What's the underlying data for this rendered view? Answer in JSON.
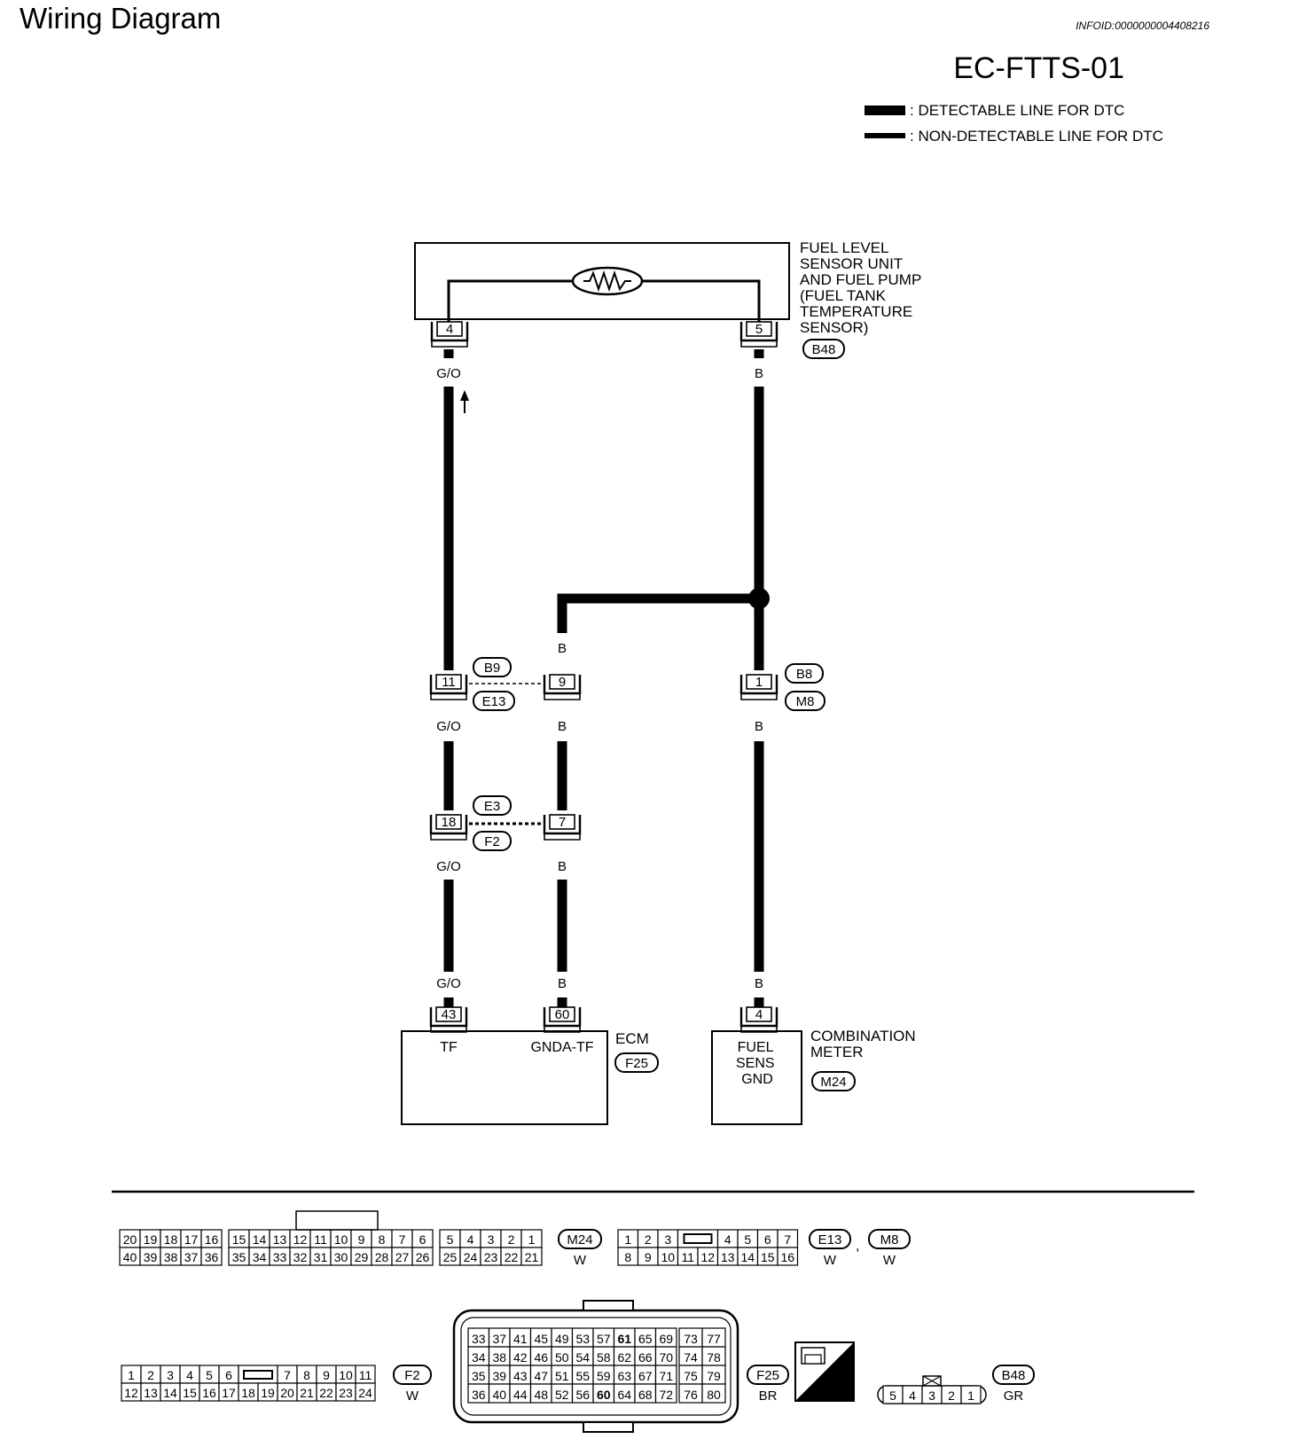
{
  "header": {
    "title": "Wiring Diagram",
    "info_id": "INFOID:0000000004408216",
    "diagram_code": "EC-FTTS-01"
  },
  "legend": {
    "detectable": ": DETECTABLE LINE FOR DTC",
    "non_detectable": ": NON-DETECTABLE LINE FOR DTC"
  },
  "sensor": {
    "name_lines": [
      "FUEL LEVEL",
      "SENSOR UNIT",
      "AND FUEL PUMP",
      "(FUEL TANK",
      "TEMPERATURE",
      "SENSOR)"
    ],
    "connector": "B48",
    "pin_left": "4",
    "pin_right": "5"
  },
  "wires": {
    "go": "G/O",
    "b": "B"
  },
  "junctions": {
    "b9_e13": {
      "top": "B9",
      "bottom": "E13",
      "pin_left": "11",
      "pin_right": "9"
    },
    "b8_m8": {
      "top": "B8",
      "bottom": "M8",
      "pin": "1"
    },
    "e3_f2": {
      "top": "E3",
      "bottom": "F2",
      "pin_left": "18",
      "pin_right": "7"
    }
  },
  "ecm": {
    "name": "ECM",
    "connector": "F25",
    "pin_tf": "43",
    "pin_gnda": "60",
    "label_tf": "TF",
    "label_gnda": "GNDA-TF"
  },
  "meter": {
    "name_lines": [
      "COMBINATION",
      "METER"
    ],
    "connector": "M24",
    "pin": "4",
    "label_lines": [
      "FUEL",
      "SENS",
      "GND"
    ]
  },
  "connector_views": {
    "m24": {
      "label": "M24",
      "color": "W",
      "top": [
        [
          "20",
          "19",
          "18",
          "17",
          "16"
        ],
        [
          "15",
          "14",
          "13",
          "12",
          "11",
          "10",
          "9",
          "8",
          "7",
          "6"
        ],
        [
          "5",
          "4",
          "3",
          "2",
          "1"
        ]
      ],
      "bottom": [
        [
          "40",
          "39",
          "38",
          "37",
          "36"
        ],
        [
          "35",
          "34",
          "33",
          "32",
          "31",
          "30",
          "29",
          "28",
          "27",
          "26"
        ],
        [
          "25",
          "24",
          "23",
          "22",
          "21"
        ]
      ]
    },
    "e13_m8": {
      "labels": [
        "E13",
        "M8"
      ],
      "separator": ",",
      "colors": [
        "W",
        "W"
      ],
      "top": [
        [
          "1",
          "2",
          "3"
        ],
        [
          "4",
          "5",
          "6",
          "7"
        ]
      ],
      "bottom": [
        "8",
        "9",
        "10",
        "11",
        "12",
        "13",
        "14",
        "15",
        "16"
      ]
    },
    "f2": {
      "label": "F2",
      "color": "W",
      "top": [
        [
          "1",
          "2",
          "3",
          "4",
          "5",
          "6"
        ],
        [
          "7",
          "8",
          "9",
          "10",
          "11"
        ]
      ],
      "bottom": [
        "12",
        "13",
        "14",
        "15",
        "16",
        "17",
        "18",
        "19",
        "20",
        "21",
        "22",
        "23",
        "24"
      ]
    },
    "f25": {
      "label": "F25",
      "color": "BR",
      "rows": [
        [
          "33",
          "37",
          "41",
          "45",
          "49",
          "53",
          "57",
          "61",
          "65",
          "69",
          "73",
          "77"
        ],
        [
          "34",
          "38",
          "42",
          "46",
          "50",
          "54",
          "58",
          "62",
          "66",
          "70",
          "74",
          "78"
        ],
        [
          "35",
          "39",
          "43",
          "47",
          "51",
          "55",
          "59",
          "63",
          "67",
          "71",
          "75",
          "79"
        ],
        [
          "36",
          "40",
          "44",
          "48",
          "52",
          "56",
          "60",
          "64",
          "68",
          "72",
          "76",
          "80"
        ]
      ],
      "bold": [
        "61",
        "60"
      ]
    },
    "hs": {
      "label": "H.S."
    },
    "b48": {
      "label": "B48",
      "color": "GR",
      "pins": [
        "5",
        "4",
        "3",
        "2",
        "1"
      ]
    }
  }
}
